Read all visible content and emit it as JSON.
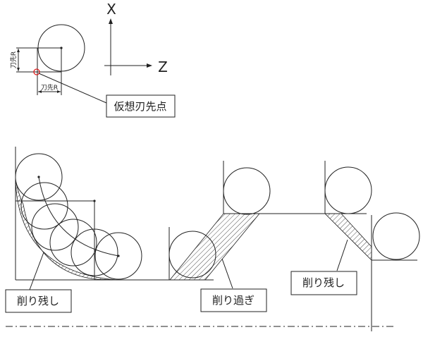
{
  "axes": {
    "x_label": "X",
    "z_label": "Z"
  },
  "dimensions": {
    "vertical": "刀先R",
    "horizontal": "刀先R"
  },
  "callouts": {
    "virtual_tip": "仮想刃先点",
    "under_cut_left": "削り残し",
    "over_cut": "削り過ぎ",
    "under_cut_right": "削り残し"
  },
  "colors": {
    "marker": "#e02020",
    "line": "#222222"
  }
}
